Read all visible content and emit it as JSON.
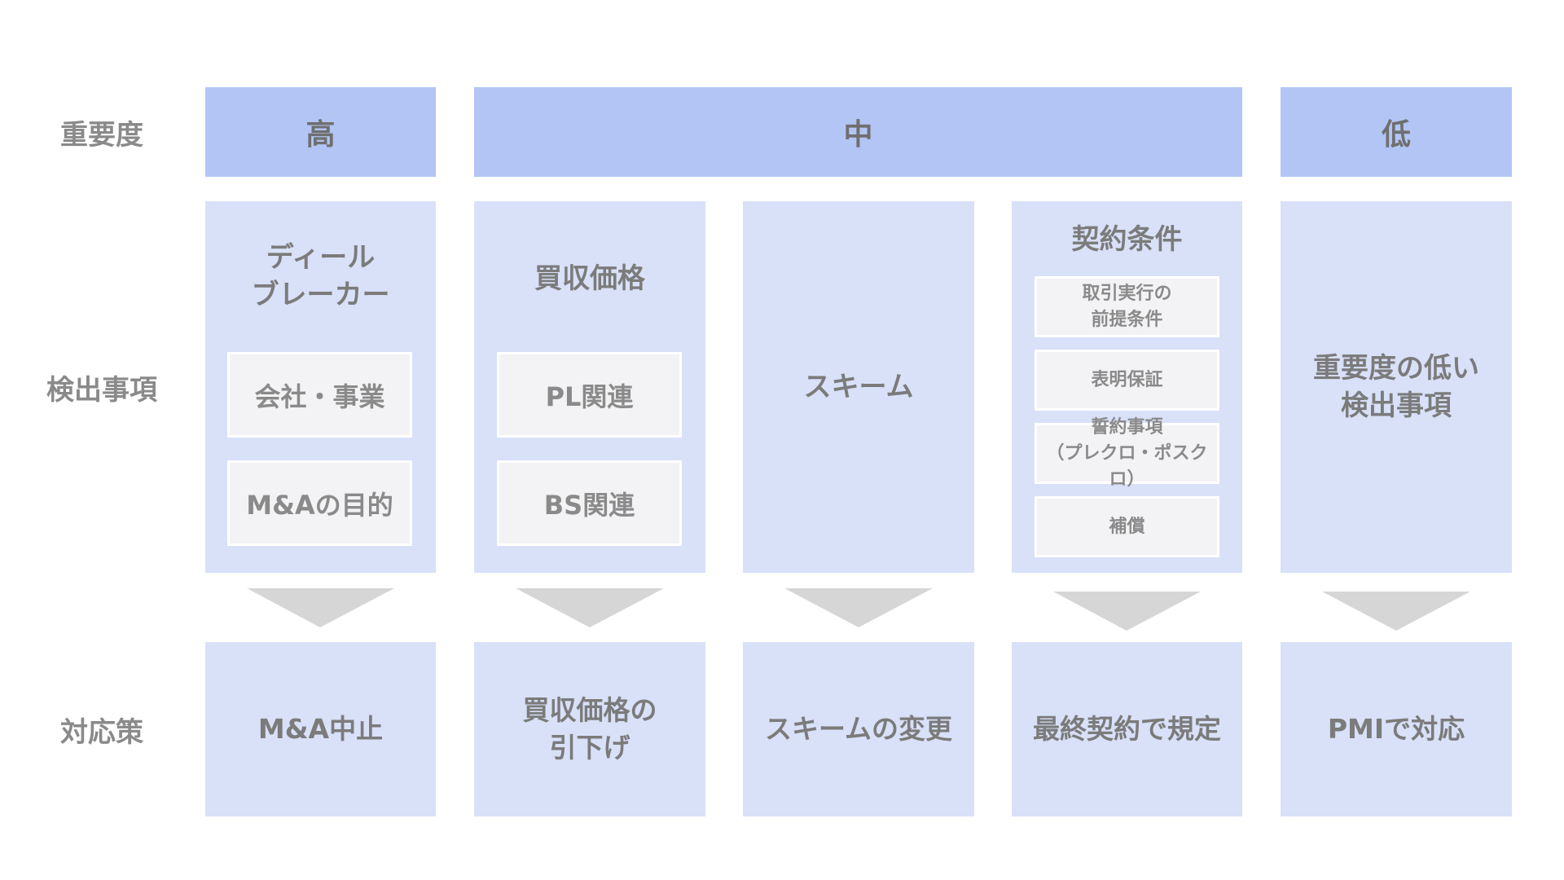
{
  "row_labels": {
    "importance": "重要度",
    "detected": "検出事項",
    "response": "対応策"
  },
  "importance_levels": {
    "high": "高",
    "mid": "中",
    "low": "低"
  },
  "columns": [
    {
      "title": "ディール\nブレーカー",
      "items": [
        "会社・事業",
        "M&Aの目的"
      ],
      "response": "M&A中止"
    },
    {
      "title": "買収価格",
      "items": [
        "PL関連",
        "BS関連"
      ],
      "response": "買収価格の\n引下げ"
    },
    {
      "title": "スキーム",
      "items": [],
      "response": "スキームの変更"
    },
    {
      "title": "契約条件",
      "items": [
        "取引実行の\n前提条件",
        "表明保証",
        "誓約事項\n（プレクロ・ポスクロ）",
        "補償"
      ],
      "response": "最終契約で規定"
    },
    {
      "title": "重要度の低い\n検出事項",
      "items": [],
      "response": "PMIで対応"
    }
  ],
  "colors": {
    "header_fill": "#b2c5f5",
    "column_fill": "#d8e1f8",
    "item_fill": "#f3f3f5",
    "arrow_fill": "#d6d6d6",
    "text": "#7b7b7b"
  }
}
